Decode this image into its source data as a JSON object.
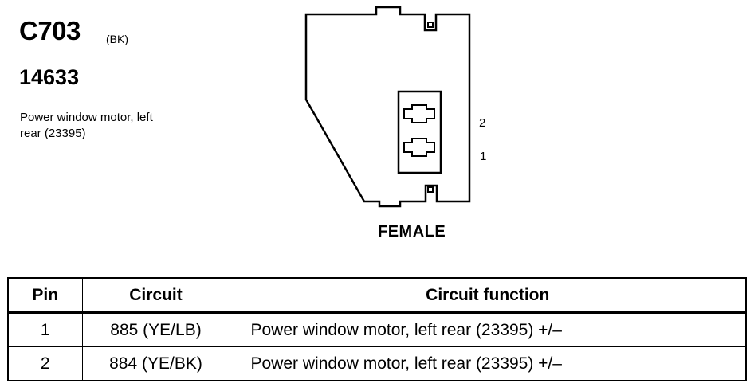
{
  "connector": {
    "id": "C703",
    "color_code": "(BK)",
    "part_number": "14633",
    "description": "Power window motor, left rear (23395)"
  },
  "diagram": {
    "gender": "FEMALE",
    "pin_labels": [
      "2",
      "1"
    ]
  },
  "table": {
    "headers": {
      "pin": "Pin",
      "circuit": "Circuit",
      "function": "Circuit function"
    },
    "rows": [
      {
        "pin": "1",
        "circuit": "885 (YE/LB)",
        "function": "Power window motor, left rear (23395) +/–"
      },
      {
        "pin": "2",
        "circuit": "884 (YE/BK)",
        "function": "Power window motor, left rear (23395) +/–"
      }
    ]
  }
}
